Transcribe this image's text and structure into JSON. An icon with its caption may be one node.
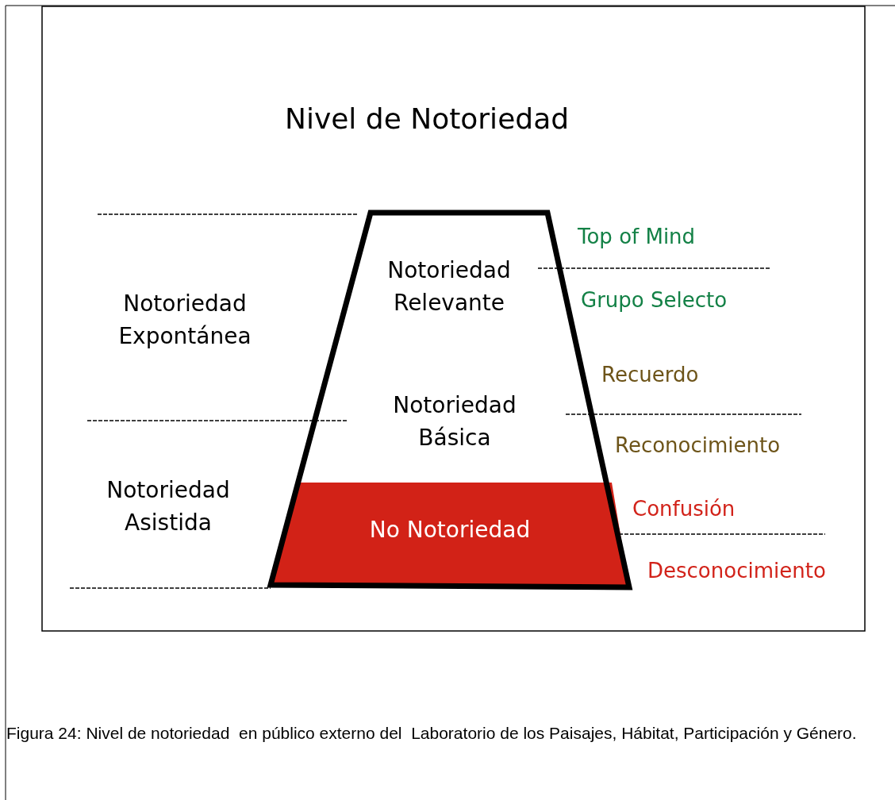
{
  "diagram": {
    "title": "Nivel de Notoriedad",
    "caption": "Figura 24: Nivel de notoriedad  en público externo del  Laboratorio de los Paisajes, Hábitat, Participación y Género.",
    "nodes": [
      {
        "text": [
          "Notoriedad Relevante",
          "Notoriedad Básica"
        ]
      },
      {
        "text": [
          "No Notoriedad"
        ],
        "in": 0
      }
    ],
    "labels": [
      "Notoriedad Expontánea",
      "Notoriedad Asistida",
      "Top of Mind",
      "Grupo Selecto",
      "Recuerdo",
      "Reconocimiento",
      "Confusión",
      "Desconocimiento"
    ]
  }
}
